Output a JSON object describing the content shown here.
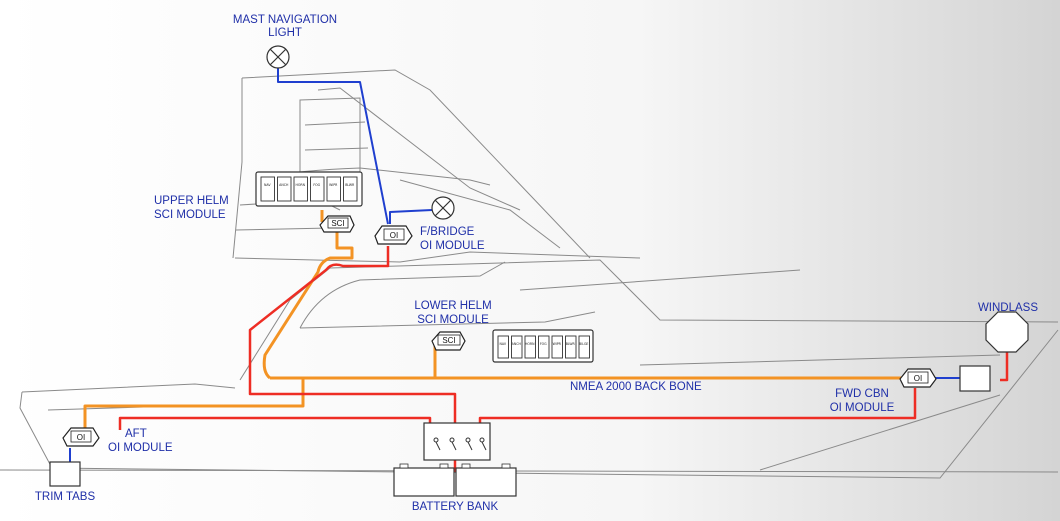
{
  "labels": {
    "mast_light": [
      "MAST NAVIGATION",
      "LIGHT"
    ],
    "upper_helm": [
      "UPPER HELM",
      "SCI MODULE"
    ],
    "fbridge": [
      "F/BRIDGE",
      "OI MODULE"
    ],
    "lower_helm": [
      "LOWER HELM",
      "SCI MODULE"
    ],
    "windlass": "WINDLASS",
    "backbone": "NMEA 2000 BACK BONE",
    "fwd_cbn": [
      "FWD CBN",
      "OI MODULE"
    ],
    "aft": [
      "AFT",
      "OI MODULE"
    ],
    "trim_tabs": "TRIM TABS",
    "battery_bank": "BATTERY BANK"
  },
  "module_tags": {
    "sci": "SCI",
    "oi": "OI"
  },
  "upper_panel_switches": [
    "NAV",
    "ANCH",
    "HORN",
    "FOG",
    "WIPR",
    "BLWR"
  ],
  "lower_panel_switches": [
    "NAV",
    "ANCH",
    "HORN",
    "FOG",
    "WIPR",
    "BLWR",
    "BILGE"
  ],
  "colors": {
    "nmea_backbone": "#f39324",
    "power": "#ee2d24",
    "light_circuit": "#1f3fcf",
    "outline": "#7f7f7f",
    "label_text": "#1f2fa8",
    "background_from": "#ffffff",
    "background_to": "#d4d4d4"
  }
}
